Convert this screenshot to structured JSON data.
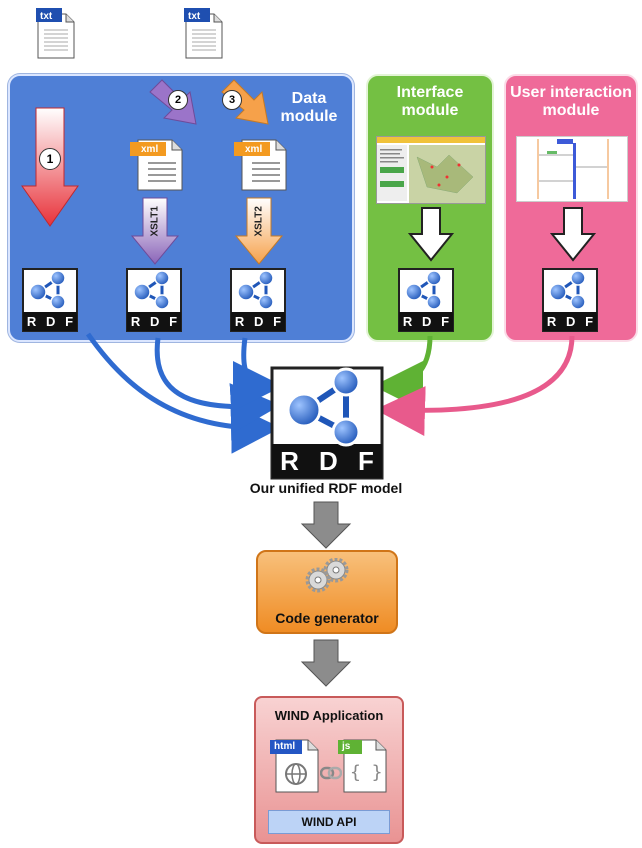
{
  "data_module": {
    "title_line1": "Data",
    "title_line2": "module",
    "source_file_label": "txt",
    "xml_label": "xml",
    "step1": "1",
    "step2": "2",
    "step3": "3",
    "xslt1": "XSLT1",
    "xslt2": "XSLT2"
  },
  "interface_module": {
    "title_line1": "Interface",
    "title_line2": "module"
  },
  "user_interaction_module": {
    "title_line1": "User interaction",
    "title_line2": "module"
  },
  "rdf_letters": [
    "R",
    "D",
    "F"
  ],
  "unified_model_label": "Our unified RDF model",
  "code_generator_label": "Code generator",
  "wind_application": {
    "title": "WIND Application",
    "html_label": "html",
    "js_label": "js",
    "api_label": "WIND API"
  },
  "colors": {
    "data_blue": "#4f7fd6",
    "interface_green": "#74c043",
    "ui_pink": "#ef6a99",
    "generator_orange": "#f39a35",
    "app_red": "#f2b0b0"
  }
}
